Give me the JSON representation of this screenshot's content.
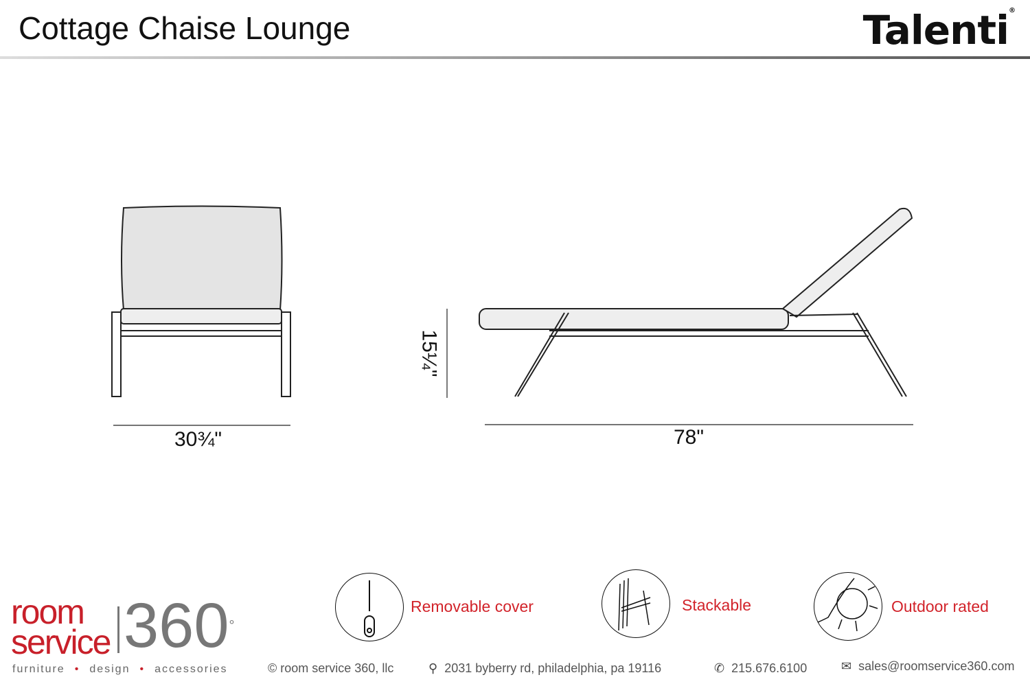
{
  "header": {
    "title": "Cottage Chaise Lounge",
    "brand": "Talenti",
    "brand_mark": "®"
  },
  "dimensions": {
    "width": "30¾\"",
    "height": "15¼\"",
    "length": "78\""
  },
  "features": [
    {
      "icon": "zipper-icon",
      "label": "Removable cover"
    },
    {
      "icon": "stacked-chairs-icon",
      "label": "Stackable"
    },
    {
      "icon": "sun-rain-icon",
      "label": "Outdoor rated"
    }
  ],
  "logo": {
    "line1": "room",
    "line2": "service",
    "number": "360",
    "degree": "°",
    "tagline": [
      "furniture",
      "design",
      "accessories"
    ]
  },
  "footer": {
    "copyright": "© room service 360, llc",
    "address": "2031 byberry rd, philadelphia, pa 19116",
    "phone": "215.676.6100",
    "email": "sales@roomservice360.com"
  },
  "colors": {
    "accent": "#d2232a",
    "logo_gray": "#777777"
  }
}
